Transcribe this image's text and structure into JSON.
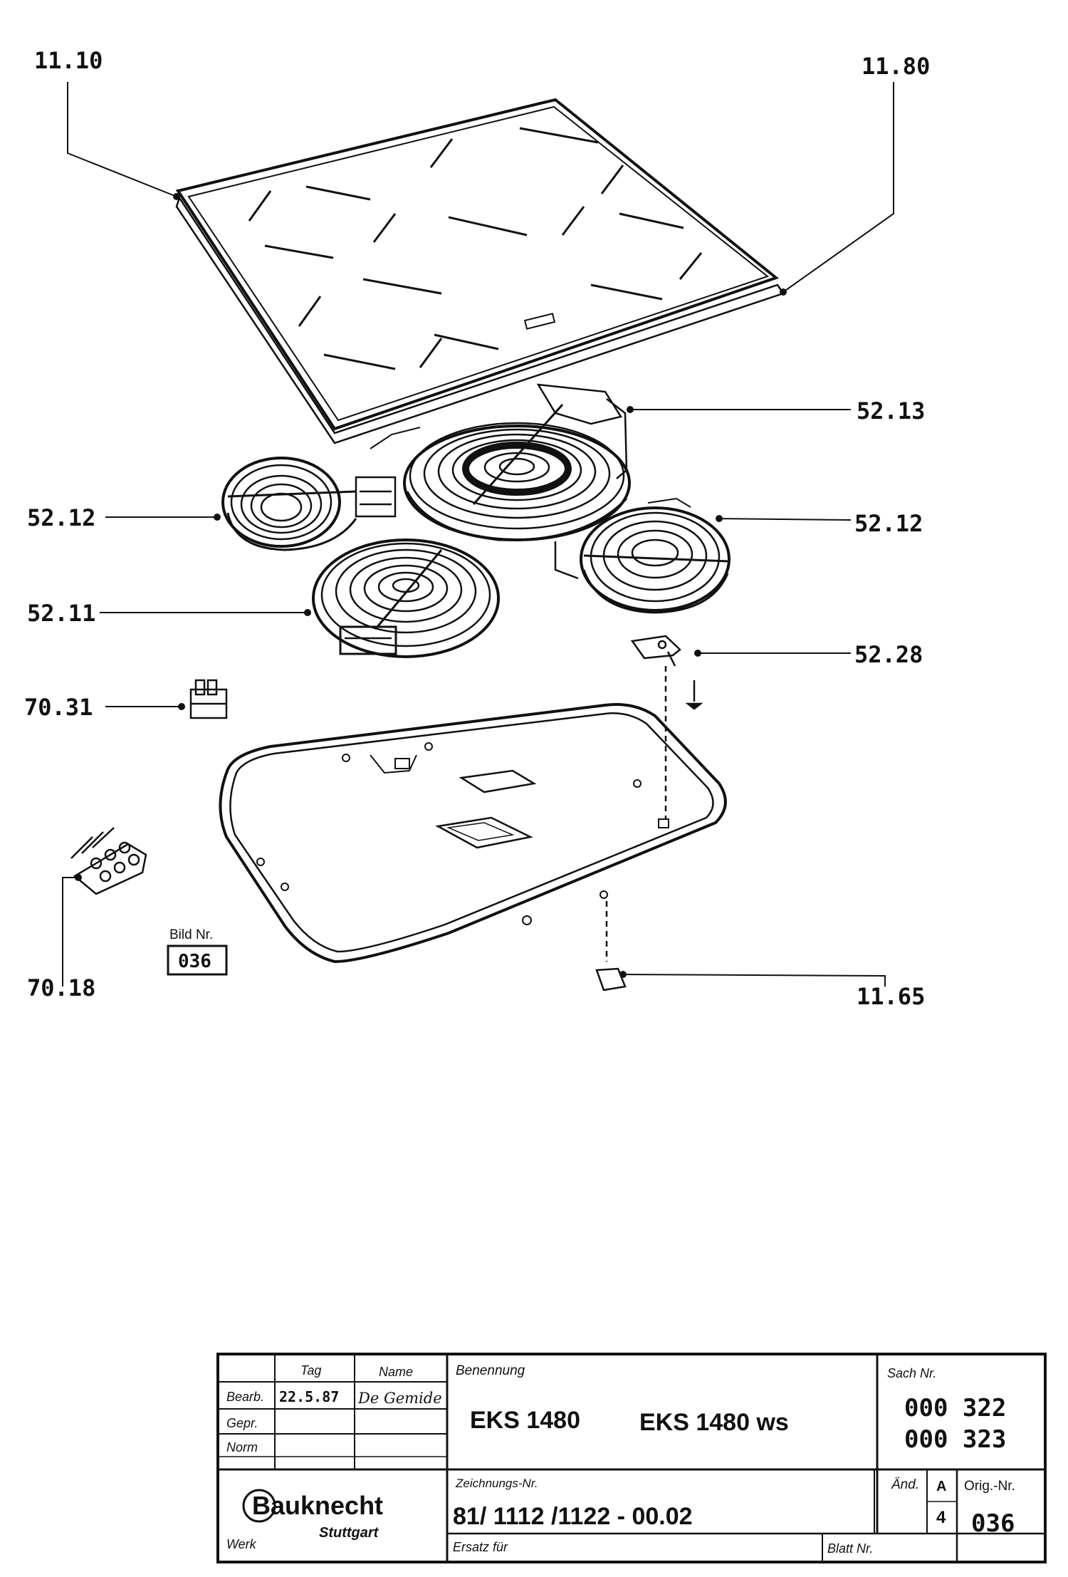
{
  "callouts": {
    "c1110": "11.10",
    "c1180": "11.80",
    "c5213": "52.13",
    "c5212a": "52.12",
    "c5212b": "52.12",
    "c5211": "52.11",
    "c5228": "52.28",
    "c7031": "70.31",
    "c7018": "70.18",
    "c1165": "11.65"
  },
  "bild": {
    "label": "Bild Nr.",
    "number": "036"
  },
  "title_block": {
    "col_tag": "Tag",
    "col_name": "Name",
    "row_bearb": "Bearb.",
    "row_gepr": "Gepr.",
    "row_norm": "Norm",
    "bearb_date": "22.5.87",
    "bearb_name": "De Gemide",
    "benennung_label": "Benennung",
    "model_1": "EKS 1480",
    "model_2": "EKS 1480 ws",
    "sach_label": "Sach Nr.",
    "sach_1": "000 322",
    "sach_2": "000 323",
    "brand": "Bauknecht",
    "city": "Stuttgart",
    "werk": "Werk",
    "zeichnung_label": "Zeichnungs-Nr.",
    "zeichnung_nr": "81/ 1112 /1122 - 00.02",
    "aend_label": "Änd.",
    "aend_a": "A",
    "aend_4": "4",
    "orig_label": "Orig.-Nr.",
    "orig_nr": "036",
    "ersatz_label": "Ersatz für",
    "blatt_label": "Blatt Nr."
  }
}
